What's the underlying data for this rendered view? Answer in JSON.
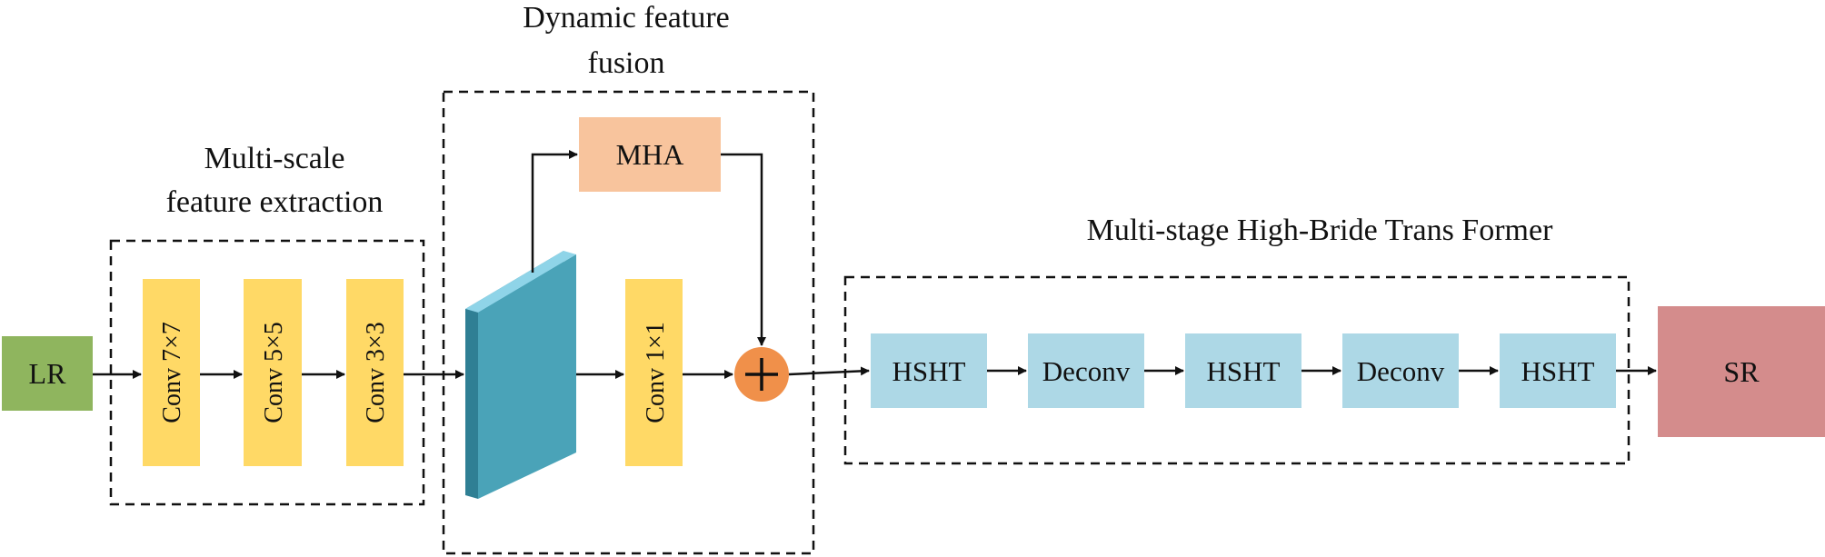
{
  "titles": {
    "extraction": [
      "Multi-scale",
      "feature extraction"
    ],
    "fusion": [
      "Dynamic feature",
      "fusion"
    ],
    "transformer": "Multi-stage High-Bride Trans Former"
  },
  "nodes": {
    "input": "LR",
    "conv7": "Conv 7×7",
    "conv5": "Conv 5×5",
    "conv3": "Conv  3×3",
    "mha": "MHA",
    "conv1": "Conv 1×1",
    "hsht1": "HSHT",
    "deconv1": "Deconv",
    "hsht2": "HSHT",
    "deconv2": "Deconv",
    "hsht3": "HSHT",
    "output": "SR"
  },
  "colors": {
    "input_fill": "#8fb55e",
    "conv_fill": "#ffd966",
    "mha_fill": "#f8c49d",
    "feature_map": "#4aa3b8",
    "feature_map_top": "#8fd4e8",
    "plus_fill": "#f0904a",
    "hsht_fill": "#add8e6",
    "output_fill": "#d48c8c"
  }
}
